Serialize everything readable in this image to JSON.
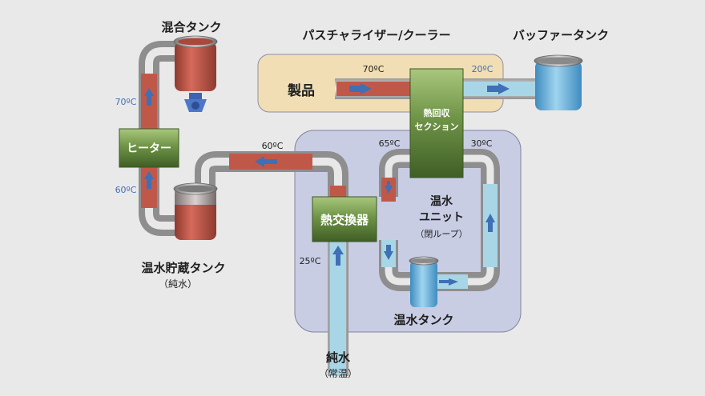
{
  "labels": {
    "mixing_tank": "混合タンク",
    "pasteurizer": "パスチャライザー/クーラー",
    "buffer_tank": "バッファータンク",
    "product": "製品",
    "heat_recovery_1": "熱回収",
    "heat_recovery_2": "セクション",
    "heater": "ヒーター",
    "hot_storage_tank": "温水貯蔵タンク",
    "hot_storage_sub": "（純水）",
    "heat_exchanger": "熱交換器",
    "hot_water_unit_1": "温水",
    "hot_water_unit_2": "ユニット",
    "hot_water_unit_sub": "（閉ループ）",
    "hot_water_tank": "温水タンク",
    "pure_water": "純水",
    "pure_water_sub": "（常温）"
  },
  "temperatures": {
    "product_in": "70ºC",
    "product_out": "20ºC",
    "heater_out": "70ºC",
    "heater_in": "60ºC",
    "return_line": "60ºC",
    "loop_hot": "65ºC",
    "loop_cool": "30ºC",
    "pure_water_in": "25ºC"
  },
  "colors": {
    "hot_pipe": "#c0584a",
    "cold_pipe": "#a9d6e6",
    "arrow": "#3f6fb4",
    "green_box": "#5e7f3c",
    "product_panel": "#f1deb4",
    "unit_panel": "#c9cde4"
  }
}
